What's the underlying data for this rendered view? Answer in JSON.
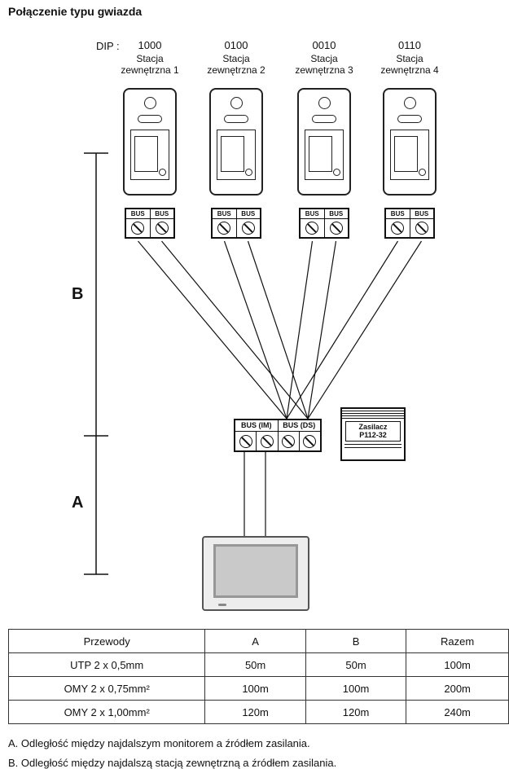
{
  "title": "Połączenie typu gwiazda",
  "dip_prefix": "DIP :",
  "stations": [
    {
      "dip": "1000",
      "name_line1": "Stacja",
      "name_line2": "zewnętrzna 1"
    },
    {
      "dip": "0100",
      "name_line1": "Stacja",
      "name_line2": "zewnętrzna 2"
    },
    {
      "dip": "0010",
      "name_line1": "Stacja",
      "name_line2": "zewnętrzna 3"
    },
    {
      "dip": "0110",
      "name_line1": "Stacja",
      "name_line2": "zewnętrzna 4"
    }
  ],
  "bus_terminal": {
    "left": "BUS",
    "right": "BUS"
  },
  "hub": {
    "im_label": "BUS (IM)",
    "ds_label": "BUS (DS)"
  },
  "power_supply": {
    "name": "Zasilacz",
    "model": "P112-32"
  },
  "markers": {
    "a": "A",
    "b": "B"
  },
  "table": {
    "headers": [
      "Przewody",
      "A",
      "B",
      "Razem"
    ],
    "rows": [
      [
        "UTP 2 x 0,5mm",
        "50m",
        "50m",
        "100m"
      ],
      [
        "OMY 2 x 0,75mm²",
        "100m",
        "100m",
        "200m"
      ],
      [
        "OMY 2 x 1,00mm²",
        "120m",
        "120m",
        "240m"
      ]
    ]
  },
  "footnotes": [
    "A. Odległość między najdalszym monitorem a źródłem zasilania.",
    "B. Odległość między najdalszą stacją zewnętrzną a źródłem zasilania."
  ]
}
